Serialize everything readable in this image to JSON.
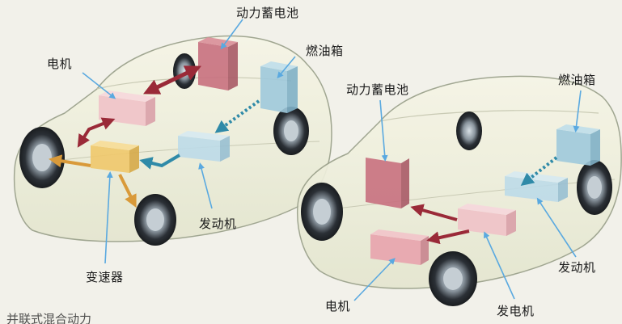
{
  "diagram": {
    "left_car": {
      "labels": {
        "battery": "动力蓄电池",
        "fuel_tank": "燃油箱",
        "motor": "电机",
        "engine": "发动机",
        "transmission": "变速器"
      }
    },
    "right_car": {
      "labels": {
        "battery": "动力蓄电池",
        "fuel_tank": "燃油箱",
        "engine": "发动机",
        "motor": "电机",
        "generator": "发电机"
      }
    },
    "caption": "并联式混合动力"
  },
  "colors": {
    "battery": "#c8707e",
    "fuel_tank": "#9ec9dc",
    "motor": "#e8a3ad",
    "engine": "#b8d8e8",
    "transmission": "#f0c86a",
    "arrow_dark_red": "#9a2a38",
    "arrow_teal": "#2f8aa8",
    "arrow_orange": "#d99a3a",
    "leader_line": "#5aa9e0"
  }
}
